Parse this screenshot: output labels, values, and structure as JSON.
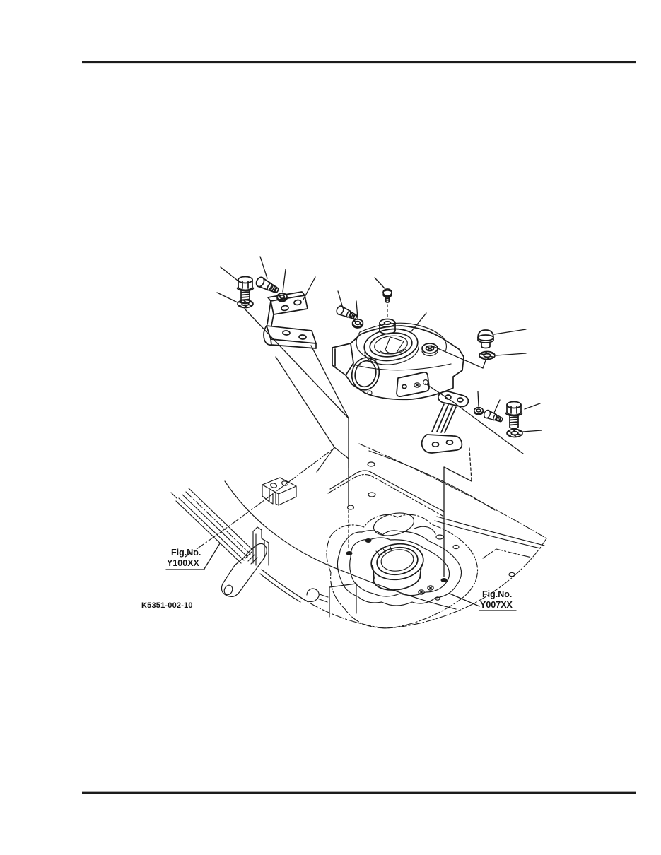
{
  "document": {
    "kind": "exploded-parts-diagram-page",
    "background": "#ffffff",
    "ink": "#1a1a1a"
  },
  "labels": {
    "figure_ref_left": {
      "prefix": "Fig.No.",
      "code": "Y100XX"
    },
    "figure_ref_right": {
      "prefix": "Fig.No.",
      "code": "Y007XX"
    },
    "drawing_number": "K5351-002-10"
  },
  "parts_glyphs": [
    "hex-bolt",
    "spring-washer",
    "flange-bolt",
    "flange-nut",
    "pan-screw",
    "mount-bracket-left",
    "gear-case-housing",
    "breather-boss",
    "filler-cap",
    "seal-washer",
    "mount-bracket-right",
    "saddle-clamp",
    "frame-rail",
    "chassis-frame",
    "transmission-mount-plate",
    "gasket-outline",
    "collar-bore"
  ]
}
